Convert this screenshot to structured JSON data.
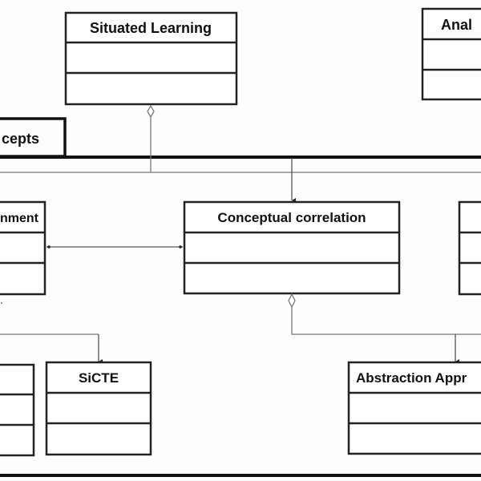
{
  "diagram": {
    "package_tab_label": "cepts",
    "classes": {
      "situated_learning": "Situated Learning",
      "analysis_partial": "Anal",
      "left_partial": "nment",
      "conceptual_correlation": "Conceptual correlation",
      "sicte": "SiCTE",
      "abstraction_partial": "Abstraction Appr"
    }
  }
}
